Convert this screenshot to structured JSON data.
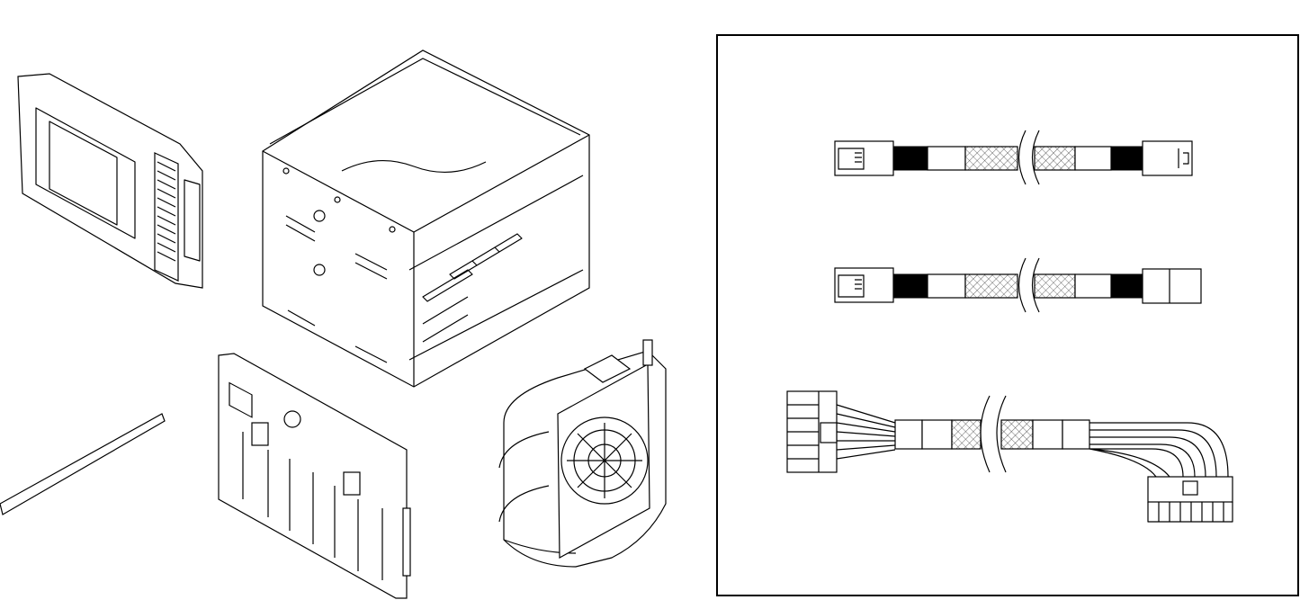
{
  "colors": {
    "line": "#000000",
    "background": "#ffffff",
    "frame": "#000000"
  },
  "parts": [
    {
      "name": "drive-filler"
    },
    {
      "name": "drive-cage"
    },
    {
      "name": "backplane"
    },
    {
      "name": "strip"
    },
    {
      "name": "fan-module"
    }
  ],
  "cables": [
    {
      "name": "slimsas-cable-straight"
    },
    {
      "name": "slimsas-cable-angled"
    },
    {
      "name": "power-cable"
    }
  ]
}
